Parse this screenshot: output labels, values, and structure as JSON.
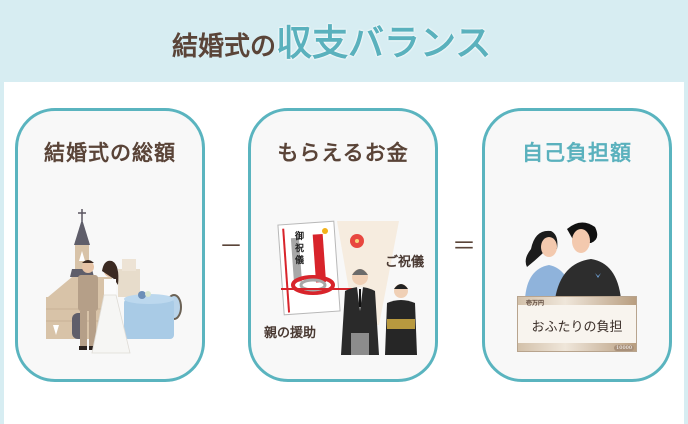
{
  "header": {
    "title_prefix": "結婚式の",
    "title_highlight": "収支バランス"
  },
  "cards": [
    {
      "title": "結婚式の総額",
      "illustration": "church-wedding-couple-illustration"
    },
    {
      "title": "もらえるお金",
      "illustration": "envelope-parents-illustration",
      "envelope_text": "御祝儀",
      "label_gift": "ご祝儀",
      "label_parents": "親の援助"
    },
    {
      "title": "自己負担額",
      "illustration": "couple-banknote-illustration",
      "banknote_text": "おふたりの負担",
      "banknote_denomination": "壱万円",
      "banknote_number": "10000"
    }
  ],
  "operators": {
    "minus": "－",
    "equals": "＝"
  },
  "colors": {
    "background": "#d7edf2",
    "accent_teal": "#5ab4bf",
    "text_brown": "#5a4438",
    "card_bg": "#f8f8f8"
  }
}
